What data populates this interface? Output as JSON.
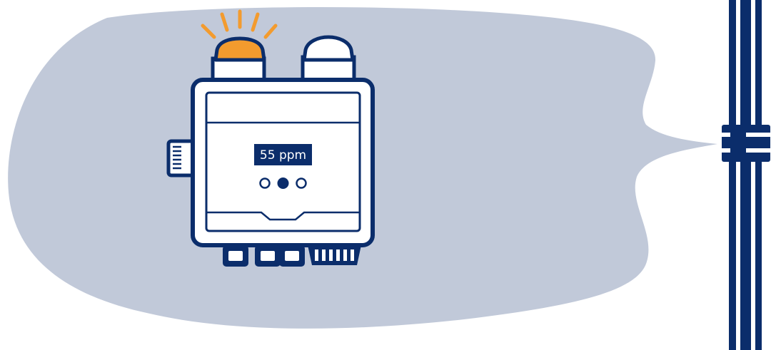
{
  "device": {
    "display_reading": "55 ppm",
    "indicator_buttons": [
      "off",
      "on",
      "off"
    ],
    "alarm_beacon_state": "active"
  },
  "colors": {
    "navy": "#0b2d6b",
    "cloud": "#c1c9d9",
    "beacon_orange": "#f39b2e",
    "white": "#ffffff"
  },
  "icons": {
    "beacon": "alarm-beacon-icon",
    "sensor_head": "sensor-head-icon",
    "pipe": "pipe-icon"
  }
}
